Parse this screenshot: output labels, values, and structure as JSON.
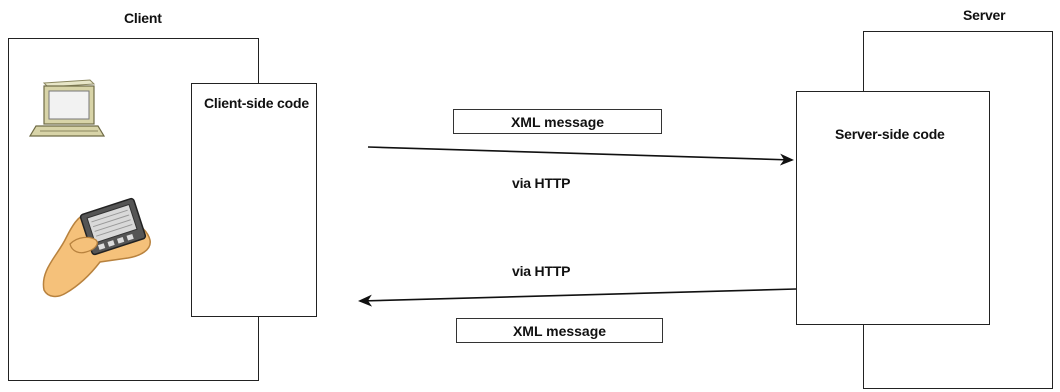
{
  "client": {
    "title": "Client",
    "code_label": "Client-side code"
  },
  "server": {
    "title": "Server",
    "code_label": "Server-side code"
  },
  "request": {
    "message": "XML message",
    "transport": "via HTTP"
  },
  "response": {
    "message": "XML message",
    "transport": "via HTTP"
  },
  "icons": {
    "device_1": "desktop-computer-icon",
    "device_2": "handheld-device-icon"
  },
  "colors": {
    "line": "#222222",
    "skin": "#f5c17a",
    "skin_outline": "#b8823e",
    "monitor_frame": "#d8d4a8",
    "monitor_screen": "#f2f2f2",
    "device_body": "#555555"
  }
}
